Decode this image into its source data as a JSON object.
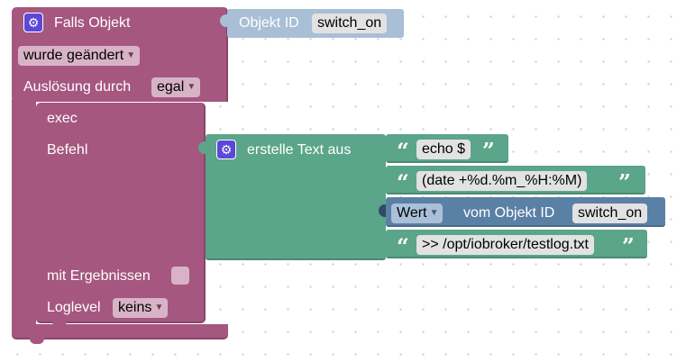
{
  "trigger": {
    "title": "Falls Objekt",
    "object_label": "Objekt ID",
    "object_value": "switch_on",
    "event_value": "wurde geändert",
    "trigger_label": "Auslösung durch",
    "trigger_value": "egal"
  },
  "exec": {
    "title": "exec",
    "command_label": "Befehl",
    "results_label": "mit Ergebnissen",
    "loglevel_label": "Loglevel",
    "loglevel_value": "keins"
  },
  "text_join": {
    "title": "erstelle Text aus",
    "item1": "echo $",
    "item2": "(date +%d.%m_%H:%M)",
    "item4": ">> /opt/iobroker/testlog.txt"
  },
  "state_value": {
    "attr_value": "Wert",
    "label": "vom Objekt ID",
    "object_value": "switch_on"
  },
  "colors": {
    "trigger_block": "#a5577f",
    "text_block": "#5ba58a",
    "state_block": "#5b80a5",
    "object_block": "#a8bfd6"
  }
}
